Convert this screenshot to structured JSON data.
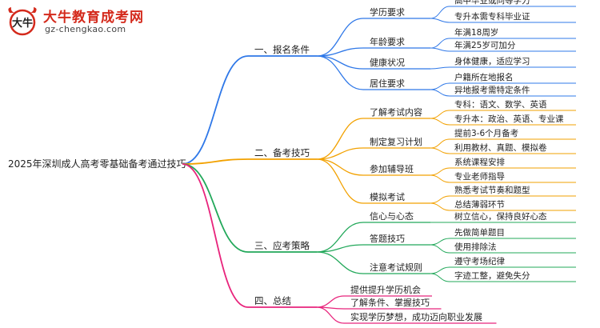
{
  "brand": {
    "name": "大牛教育成考网",
    "url": "gz-chengkao.com",
    "mark_text": "大牛"
  },
  "root": "2025年深圳成人高考零基础备考通过技巧",
  "branches": [
    {
      "label": "一、报名条件",
      "color": "#2f78e8",
      "children": [
        {
          "label": "学历要求",
          "children": [
            "高中毕业或同等学力",
            "专升本需专科毕业证"
          ]
        },
        {
          "label": "年龄要求",
          "children": [
            "年满18周岁",
            "年满25岁可加分"
          ]
        },
        {
          "label": "健康状况",
          "children": [
            "身体健康，适应学习"
          ]
        },
        {
          "label": "居住要求",
          "children": [
            "户籍所在地报名",
            "异地报考需特定条件"
          ]
        }
      ]
    },
    {
      "label": "二、备考技巧",
      "color": "#f2a100",
      "children": [
        {
          "label": "了解考试内容",
          "children": [
            "专科：语文、数学、英语",
            "专升本：政治、英语、专业课"
          ]
        },
        {
          "label": "制定复习计划",
          "children": [
            "提前3-6个月备考",
            "利用教材、真题、模拟卷"
          ]
        },
        {
          "label": "参加辅导班",
          "children": [
            "系统课程安排",
            "专业老师指导"
          ]
        },
        {
          "label": "模拟考试",
          "children": [
            "熟悉考试节奏和题型",
            "总结薄弱环节"
          ]
        }
      ]
    },
    {
      "label": "三、应考策略",
      "color": "#22a85a",
      "children": [
        {
          "label": "信心与心态",
          "children": [
            "树立信心，保持良好心态"
          ]
        },
        {
          "label": "答题技巧",
          "children": [
            "先做简单题目",
            "使用排除法"
          ]
        },
        {
          "label": "注意考试规则",
          "children": [
            "遵守考场纪律",
            "字迹工整，避免失分"
          ]
        }
      ]
    },
    {
      "label": "四、总结",
      "color": "#e8247c",
      "children": [
        {
          "label": "提供提升学历机会",
          "children": []
        },
        {
          "label": "了解条件、掌握技巧",
          "children": []
        },
        {
          "label": "实现学历梦想，成功迈向职业发展",
          "children": []
        }
      ]
    }
  ]
}
